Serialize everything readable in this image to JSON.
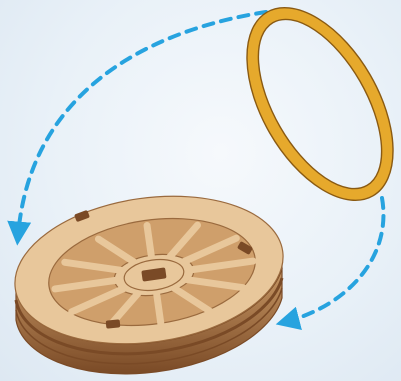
{
  "diagram": {
    "kind": "assembly-instruction",
    "parts": [
      {
        "id": "rubber-tire",
        "icon": "ring-icon"
      },
      {
        "id": "wooden-wheel",
        "icon": "wheel-icon",
        "spokes": 12
      }
    ],
    "arrows": [
      {
        "from": "rubber-tire",
        "to": "wooden-wheel",
        "style": "dashed",
        "route": "left"
      },
      {
        "from": "rubber-tire",
        "to": "wooden-wheel",
        "style": "dashed",
        "route": "right"
      }
    ],
    "colors": {
      "arrow": "#27a3df",
      "tire": "#e6a92c",
      "tire_edge": "#8a5a12",
      "wood_light": "#e8c79b",
      "wood_mid": "#cf9f6b",
      "wood_dark": "#7a4a26",
      "engraving": "#9a6a3e"
    }
  }
}
